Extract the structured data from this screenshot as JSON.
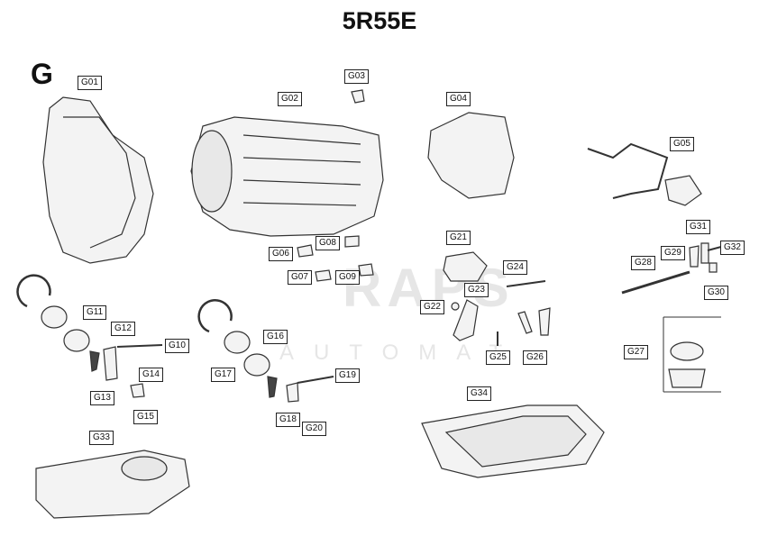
{
  "title": "5R55E",
  "group": "G",
  "watermark": {
    "brand": "RAPS",
    "sub": "AUTOMAT"
  },
  "parts": [
    "G01",
    "G02",
    "G03",
    "G04",
    "G05",
    "G06",
    "G07",
    "G08",
    "G09",
    "G10",
    "G11",
    "G12",
    "G13",
    "G14",
    "G15",
    "G16",
    "G17",
    "G18",
    "G19",
    "G20",
    "G21",
    "G22",
    "G23",
    "G24",
    "G25",
    "G26",
    "G27",
    "G28",
    "G29",
    "G30",
    "G31",
    "G32",
    "G33",
    "G34"
  ]
}
